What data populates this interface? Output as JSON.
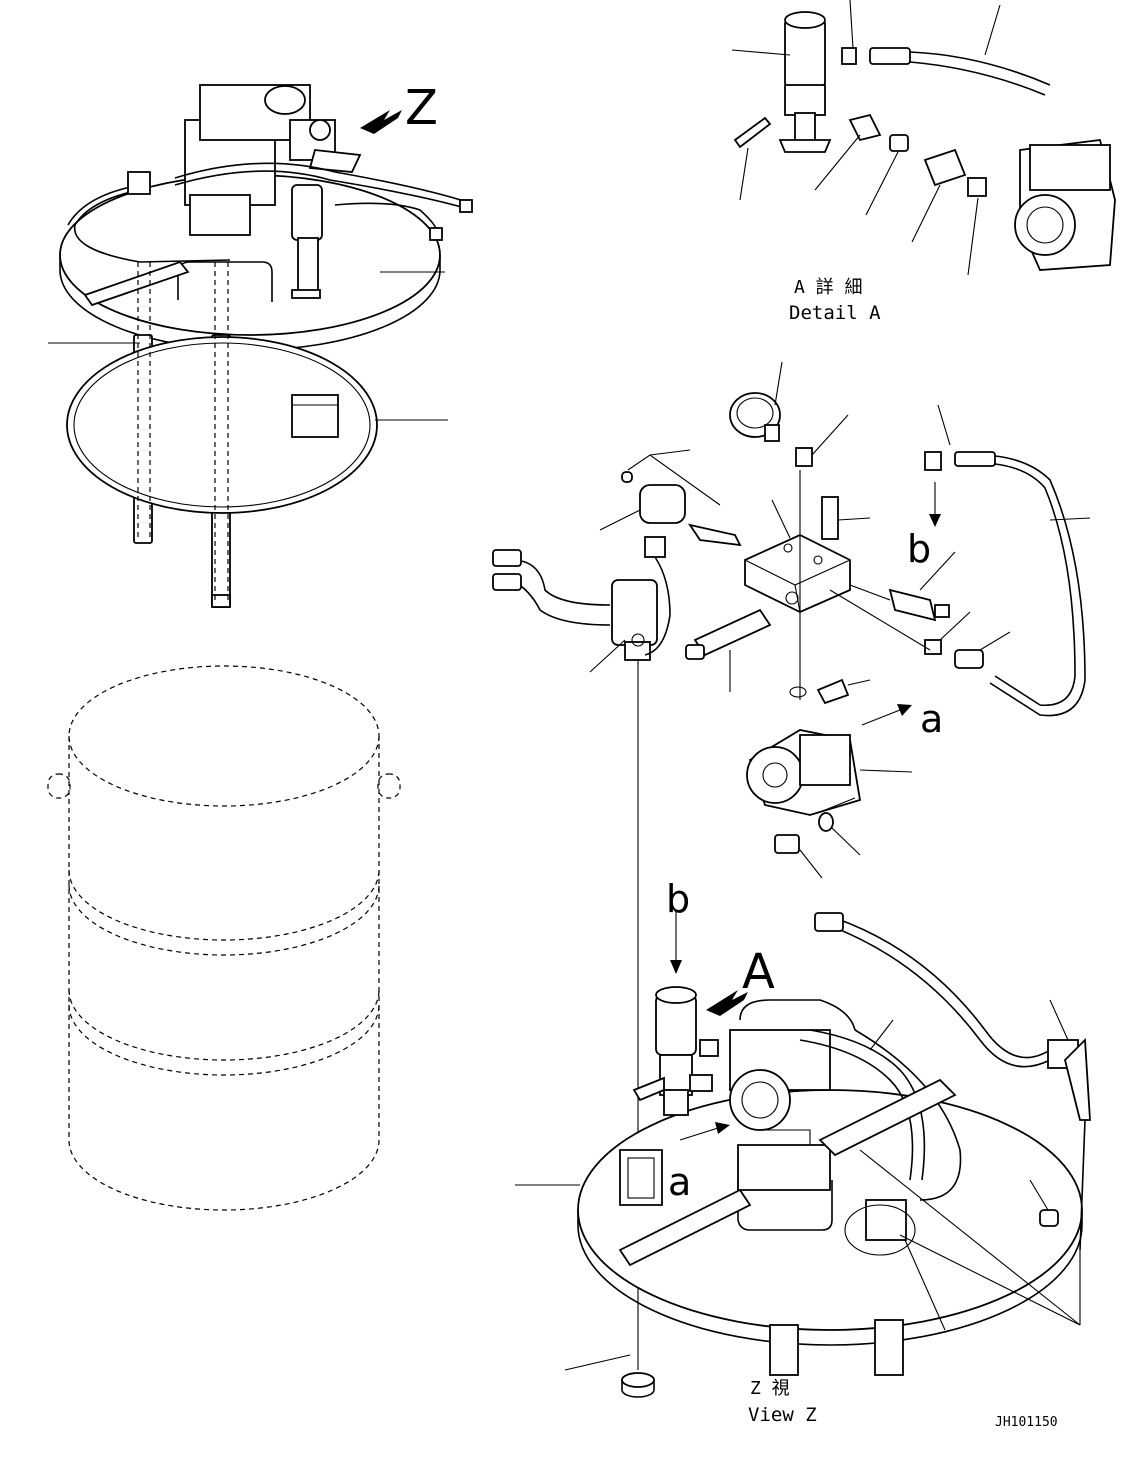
{
  "labels": {
    "view_z_mark": "Z",
    "detail_a_mark": "A",
    "arrow_b_upper": "b",
    "arrow_b_lower": "b",
    "arrow_a_upper": "a",
    "arrow_a_lower": "a",
    "detail_a_jp": "A 詳 細",
    "detail_a_en": "Detail A",
    "view_z_jp": "Z 視",
    "view_z_en": "View Z",
    "drawing_code": "JH101150"
  }
}
